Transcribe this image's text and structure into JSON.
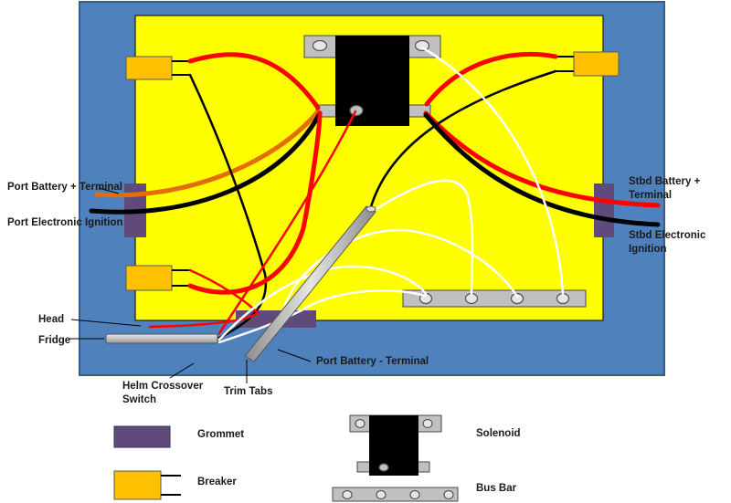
{
  "labels": {
    "port_battery_pos": "Port Battery + Terminal",
    "port_electronic_ignition": "Port Electronic Ignition",
    "stbd_battery_pos": "Stbd Battery + Terminal",
    "stbd_electronic_ignition": "Stbd Electronic Ignition",
    "head": "Head",
    "fridge": "Fridge",
    "helm_crossover_switch": "Helm Crossover Switch",
    "trim_tabs": "Trim Tabs",
    "port_battery_neg": "Port Battery - Terminal"
  },
  "legend": {
    "grommet": "Grommet",
    "breaker": "Breaker",
    "solenoid": "Solenoid",
    "bus_bar": "Bus Bar"
  },
  "colors": {
    "enclosure": "#4f81bd",
    "panel": "#ffff00",
    "breaker": "#ffc000",
    "grommet": "#604a7b",
    "solenoid": "#000000",
    "bus_bar": "#c0c0c0",
    "wire_red": "#ff0000",
    "wire_black": "#000000",
    "wire_orange": "#e46c0a",
    "wire_white": "#ffffff"
  }
}
